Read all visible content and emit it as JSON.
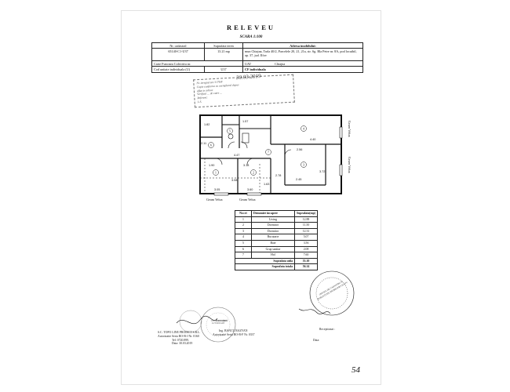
{
  "document": {
    "title": "RELEVEU",
    "scale": "SCARA 1:100",
    "page_mark": "54"
  },
  "header": {
    "col_cadastru": "Nr. cadastral",
    "col_suprafata": "Suprafata teren",
    "col_adresa": "Adresa imobilului:",
    "cadastru_value": "65140-C1-U37",
    "suprafata_value": "13.21 mp",
    "adresa_value": "mun Chiajna, Tarla 40/2, Parcelele 20, 21, 21a, str. Sg. Bla Petre nr. 8A, pod locuibil, ap. 37, jud. Ilfov",
    "carte_label": "Carte Funciara Colectiva nr.",
    "uat_label": "UAT",
    "uat_value": "Chiajna",
    "cod_label": "Cod unitate individuala (U)",
    "cod_value": "U37",
    "cf_label": "CF individuala"
  },
  "stamp": {
    "lines": [
      "Nr. inregistrare 3176/8",
      "Copie conforma cu exemplarul depus",
      "aflat in arhiva",
      "Verificat ... de catre ...",
      "Referent:",
      "L.S."
    ],
    "handwriting": "30.03.2019"
  },
  "plan": {
    "dims": [
      "1.82",
      "2.11",
      "1.57",
      "4.40",
      "2.56",
      "4.47",
      "1.90",
      "3.18",
      "3.05",
      "2.78",
      "3.72",
      "2.45",
      "3.08",
      "3.60",
      "1.63"
    ],
    "room_numbers": [
      "1",
      "2",
      "3",
      "4",
      "5",
      "6",
      "7"
    ],
    "labels": {
      "velux1": "Geam Velux",
      "velux2": "Geam Velux",
      "velux3": "Geam Velux",
      "velux4": "Geam Velux"
    }
  },
  "rooms_table": {
    "headers": [
      "Nr.crt",
      "Denumire incapere",
      "Suprafata(mp)"
    ],
    "rows": [
      [
        "1",
        "Living",
        "12.88"
      ],
      [
        "2",
        "Dormitor",
        "11.50"
      ],
      [
        "3",
        "Dormitor",
        "12.31"
      ],
      [
        "4",
        "Bucatarie",
        "5.07"
      ],
      [
        "5",
        "Baie",
        "3.56"
      ],
      [
        "6",
        "Grup sanitar",
        "2.08"
      ],
      [
        "7",
        "Hol",
        "7.60"
      ]
    ],
    "util_label": "Suprafata utila",
    "util_value": "55.10",
    "total_label": "Suprafata totala",
    "total_value": "56.14"
  },
  "signatures": {
    "left_lines": [
      "S.C. TOPO LINE PROIECT S.R.L.",
      "Autorizatie Seria RO-B-J Nr. 0160",
      "Tel: 0720.899.",
      "Data: 30.03.2019"
    ],
    "middle_lines": [
      "Executant",
      "Ing. BANCU RAZVAN",
      "Autorizatie Seria RO-B-F Nr. 0337"
    ],
    "receptionat": "Receptionat :",
    "data": "Data:",
    "stamp_left": "CERTIFICAT DE AUTORIZARE",
    "stamp_right": "OFICIUL DE CADASTRU SI PUBLICITATE IMOBILIARA ILFOV"
  }
}
